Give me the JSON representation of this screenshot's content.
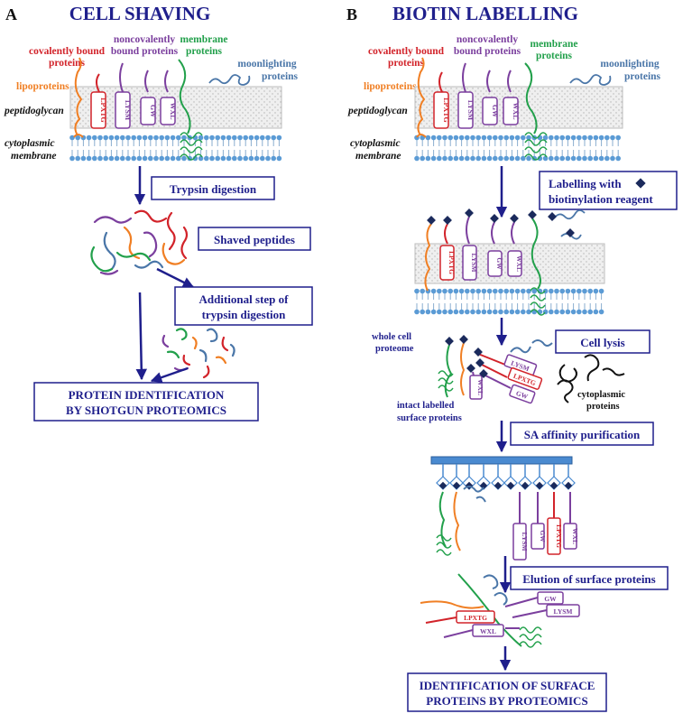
{
  "colors": {
    "navy": "#1f1f8c",
    "red": "#d2232a",
    "purple": "#7b3f9e",
    "green": "#22a04b",
    "orange": "#f07f24",
    "steel": "#4a76a8",
    "membrane_blue": "#5b9bd5",
    "biotin": "#1b2a5c"
  },
  "panel_a": {
    "letter": "A",
    "title": "CELL SHAVING",
    "labels": {
      "covalent_1": "covalently bound",
      "covalent_2": "proteins",
      "noncovalent_1": "noncovalently",
      "noncovalent_2": "bound proteins",
      "membrane_1": "membrane",
      "membrane_2": "proteins",
      "moonlighting_1": "moonlighting",
      "moonlighting_2": "proteins",
      "lipoproteins": "lipoproteins",
      "peptidoglycan": "peptidoglycan",
      "cytoplasmic_1": "cytoplasmic",
      "cytoplasmic_2": "membrane"
    },
    "tags": [
      "LPXTG",
      "LYSM",
      "GW",
      "WXL"
    ],
    "steps": {
      "trypsin": "Trypsin digestion",
      "shaved": "Shaved peptides",
      "additional_1": "Additional step of",
      "additional_2": "trypsin digestion",
      "identification_1": "PROTEIN IDENTIFICATION",
      "identification_2": "BY SHOTGUN PROTEOMICS"
    }
  },
  "panel_b": {
    "letter": "B",
    "title": "BIOTIN LABELLING",
    "labels": {
      "covalent_1": "covalently bound",
      "covalent_2": "proteins",
      "noncovalent_1": "noncovalently",
      "noncovalent_2": "bound proteins",
      "membrane_1": "membrane",
      "membrane_2": "proteins",
      "moonlighting_1": "moonlighting",
      "moonlighting_2": "proteins",
      "lipoproteins": "lipoproteins",
      "peptidoglycan": "peptidoglycan",
      "cytoplasmic_1": "cytoplasmic",
      "cytoplasmic_2": "membrane",
      "whole_cell_1": "whole cell",
      "whole_cell_2": "proteome",
      "intact_1": "intact labelled",
      "intact_2": "surface proteins",
      "cytoplasmic_proteins_1": "cytoplasmic",
      "cytoplasmic_proteins_2": "proteins"
    },
    "tags": [
      "LPXTG",
      "LYSM",
      "GW",
      "WXL"
    ],
    "steps": {
      "labelling_1": "Labelling with",
      "labelling_2": "biotinylation reagent",
      "cell_lysis": "Cell lysis",
      "sa_affinity": "SA affinity purification",
      "elution": "Elution of surface proteins",
      "identification_1": "IDENTIFICATION OF SURFACE",
      "identification_2": "PROTEINS BY PROTEOMICS"
    }
  }
}
